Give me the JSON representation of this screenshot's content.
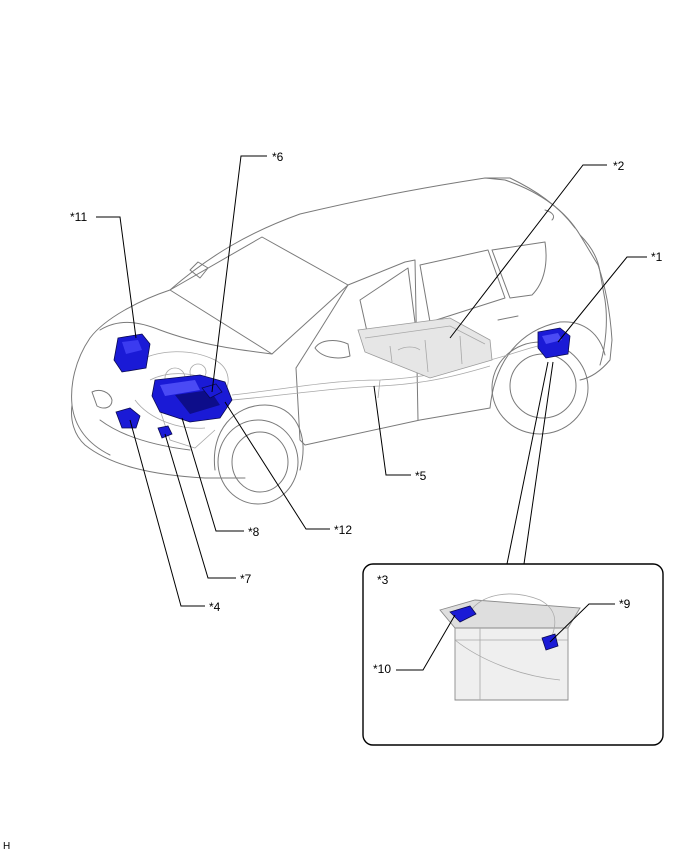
{
  "labels": {
    "c1": "*1",
    "c2": "*2",
    "c3": "*3",
    "c4": "*4",
    "c5": "*5",
    "c6": "*6",
    "c7": "*7",
    "c8": "*8",
    "c9": "*9",
    "c10": "*10",
    "c11": "*11",
    "c12": "*12"
  },
  "footer": {
    "code": "H"
  },
  "colors": {
    "component_blue": "#1a1ad6",
    "component_blue_dark": "#0d0d8a",
    "line_gray": "#7a7a7a"
  }
}
